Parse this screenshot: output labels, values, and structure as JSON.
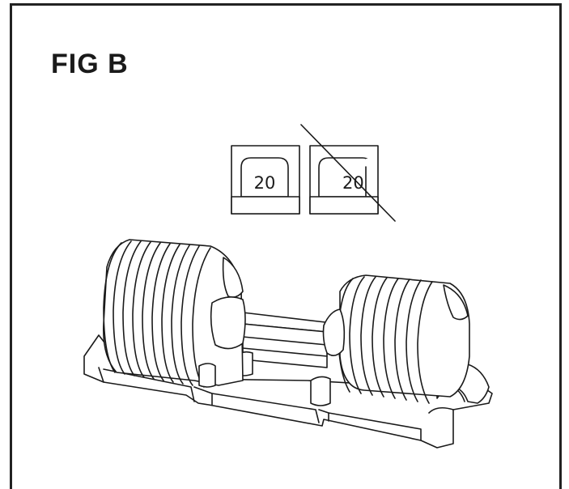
{
  "figure": {
    "title": "FIG B"
  },
  "indicators": {
    "correct_label": "20",
    "incorrect_label": "20"
  },
  "colors": {
    "line": "#1a1a1a",
    "background": "#ffffff"
  }
}
